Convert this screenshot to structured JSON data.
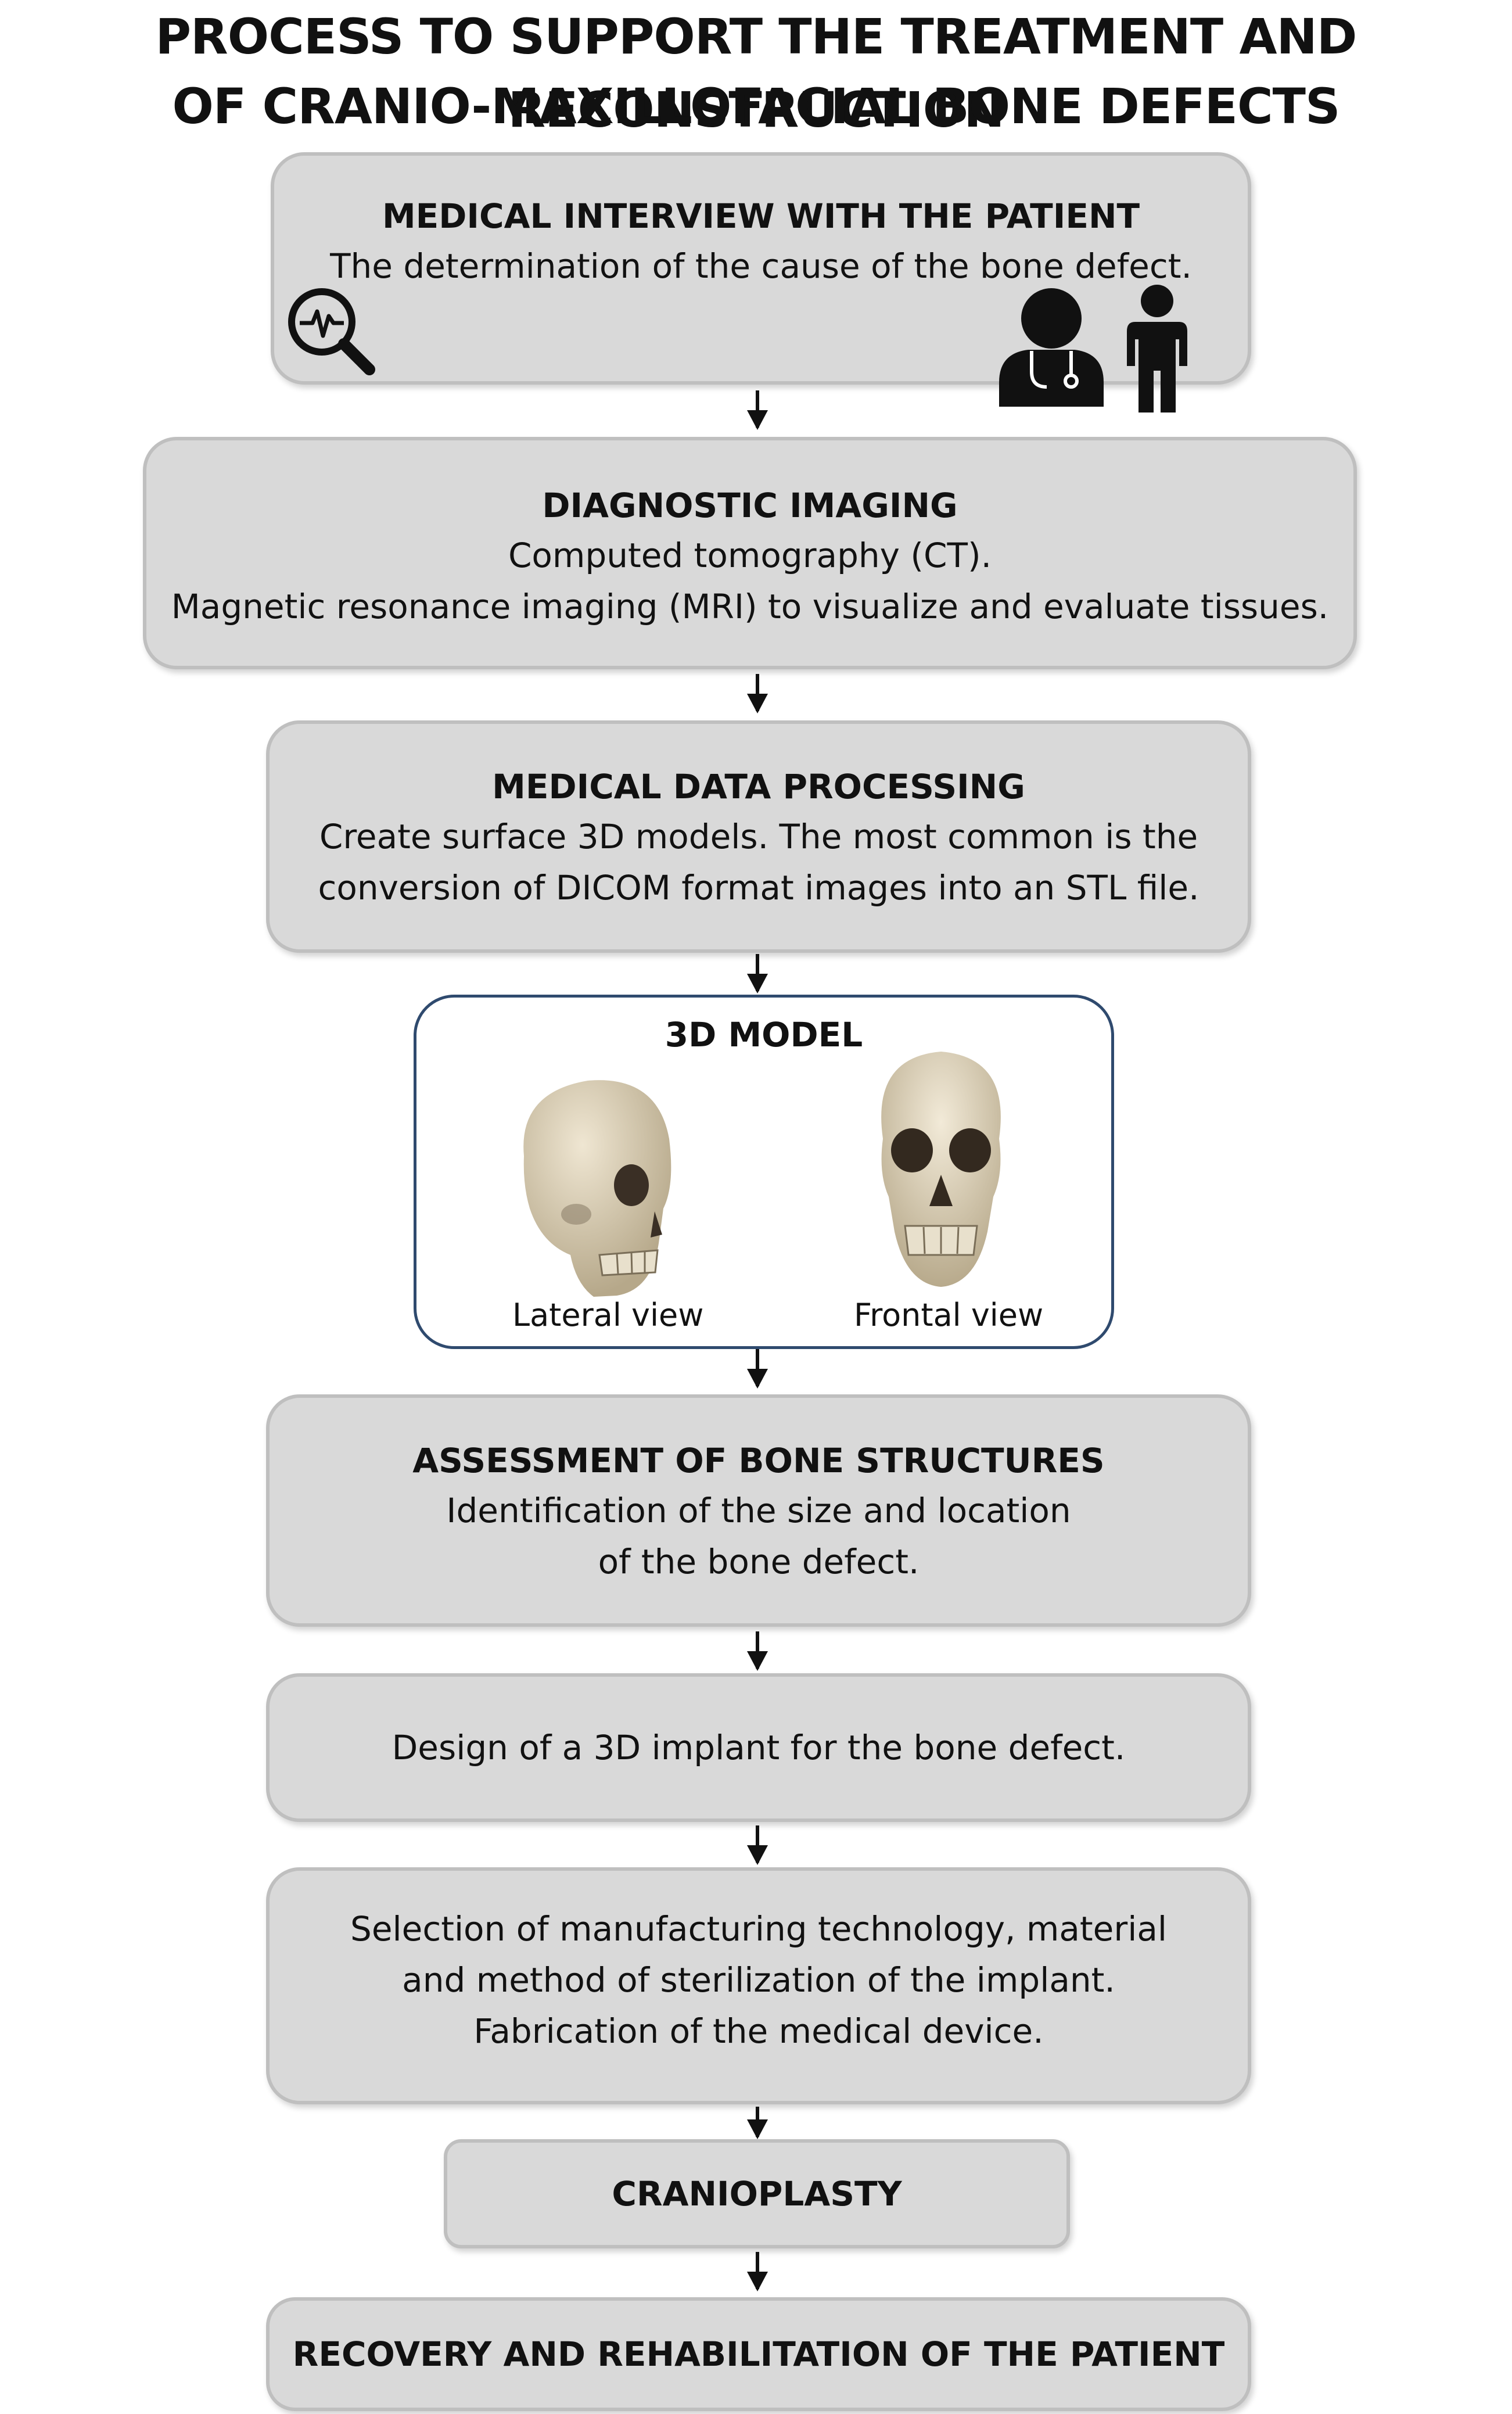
{
  "title": {
    "line1": "PROCESS TO SUPPORT THE TREATMENT AND RECONSTRUCTION",
    "line2": "OF CRANIO-MAXILLOFACIAL BONE DEFECTS"
  },
  "steps": {
    "interview": {
      "head": "MEDICAL INTERVIEW WITH THE PATIENT",
      "line1": "The determination of the cause of the bone defect."
    },
    "imaging": {
      "head": "DIAGNOSTIC IMAGING",
      "line1": "Computed tomography (CT).",
      "line2": "Magnetic resonance imaging (MRI) to visualize and evaluate tissues."
    },
    "processing": {
      "head": "MEDICAL DATA PROCESSING",
      "line1": "Create surface 3D models. The most common is the",
      "line2": "conversion of DICOM format images into an STL file."
    },
    "model": {
      "head": "3D MODEL",
      "lateral": "Lateral view",
      "frontal": "Frontal view"
    },
    "assessment": {
      "head": "ASSESSMENT OF BONE STRUCTURES",
      "line1": "Identification of the size and location",
      "line2": "of the bone defect."
    },
    "design": {
      "line1": "Design of a 3D implant for the bone defect."
    },
    "selection": {
      "line1": "Selection of manufacturing technology, material",
      "line2": "and method of sterilization of the implant.",
      "line3": "Fabrication of the medical device."
    },
    "cranioplasty": {
      "head": "CRANIOPLASTY"
    },
    "recovery": {
      "head": "RECOVERY AND REHABILITATION OF THE PATIENT"
    }
  },
  "colors": {
    "box_fill": "#d9d9d9",
    "box_border": "#bfbfbf",
    "model_border": "#2f4a6e",
    "bone": "#d8cdb5"
  },
  "icons": [
    "search-pulse-icon",
    "doctor-icon",
    "patient-icon"
  ]
}
